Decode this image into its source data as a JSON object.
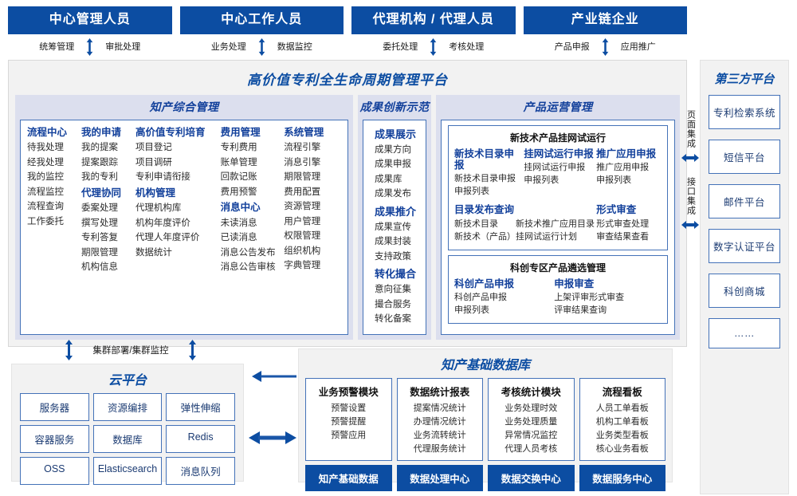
{
  "roles": [
    {
      "title": "中心管理人员",
      "left": "统筹管理",
      "right": "审批处理"
    },
    {
      "title": "中心工作人员",
      "left": "业务处理",
      "right": "数据监控"
    },
    {
      "title": "代理机构 / 代理人员",
      "left": "委托处理",
      "right": "考核处理"
    },
    {
      "title": "产业链企业",
      "left": "产品申报",
      "right": "应用推广"
    }
  ],
  "platform": {
    "title": "高价值专利全生命周期管理平台"
  },
  "sections": {
    "ip_mgmt": {
      "title": "知产综合管理",
      "columns": [
        {
          "groups": [
            {
              "header": "流程中心",
              "items": [
                "待我处理",
                "经我处理",
                "我的监控",
                "流程监控",
                "流程查询",
                "工作委托"
              ]
            }
          ]
        },
        {
          "groups": [
            {
              "header": "我的申请",
              "items": [
                "我的提案",
                "提案跟踪",
                "我的专利"
              ]
            },
            {
              "header": "代理协同",
              "items": [
                "委案处理",
                "撰写处理",
                "专利答复",
                "期限管理",
                "机构信息"
              ]
            }
          ]
        },
        {
          "groups": [
            {
              "header": "高价值专利培育",
              "items": [
                "项目登记",
                "项目调研",
                "专利申请衔接"
              ]
            },
            {
              "header": "机构管理",
              "items": [
                "代理机构库",
                "机构年度评价",
                "代理人年度评价",
                "数据统计"
              ]
            }
          ]
        },
        {
          "groups": [
            {
              "header": "费用管理",
              "items": [
                "专利费用",
                "账单管理",
                "回款记账",
                "费用预警"
              ]
            },
            {
              "header": "消息中心",
              "items": [
                "未读消息",
                "已读消息",
                "消息公告发布",
                "消息公告审核"
              ]
            }
          ]
        },
        {
          "groups": [
            {
              "header": "系统管理",
              "items": [
                "流程引擎",
                "消息引擎",
                "期限管理",
                "费用配置",
                "资源管理",
                "用户管理",
                "权限管理",
                "组织机构",
                "字典管理"
              ]
            }
          ]
        }
      ]
    },
    "achievement": {
      "title": "成果创新示范",
      "groups": [
        {
          "header": "成果展示",
          "items": [
            "成果方向",
            "成果申报",
            "成果库",
            "成果发布"
          ]
        },
        {
          "header": "成果推介",
          "items": [
            "成果宣传",
            "成果封装",
            "支持政策"
          ]
        },
        {
          "header": "转化撮合",
          "items": [
            "意向征集",
            "撮合服务",
            "转化备案"
          ]
        }
      ]
    },
    "product_ops": {
      "title": "产品运营管理",
      "boxes": [
        {
          "title": "新技术产品挂网试运行",
          "row1": [
            {
              "header": "新技术目录申报",
              "items": [
                "新技术目录申报",
                "申报列表"
              ]
            },
            {
              "header": "挂网试运行申报",
              "items": [
                "挂网试运行申报",
                "申报列表"
              ]
            },
            {
              "header": "推广应用申报",
              "items": [
                "推广应用申报",
                "申报列表"
              ]
            }
          ],
          "row2": [
            {
              "header": "目录发布查询",
              "items": [
                "新技术目录　　新技术推广应用目录",
                "新技术（产品）挂网试运行计划"
              ]
            },
            {
              "header": "形式审查",
              "items": [
                "形式审查处理",
                "审查结果查看"
              ]
            }
          ]
        },
        {
          "title": "科创专区产品遴选管理",
          "row1": [
            {
              "header": "科创产品申报",
              "items": [
                "科创产品申报",
                "申报列表"
              ]
            },
            {
              "header": "申报审查",
              "items": [
                "上架评审形式审查",
                "评审结果查询"
              ]
            }
          ]
        }
      ]
    }
  },
  "integration": {
    "page": "页面集成",
    "api": "接口集成"
  },
  "third_party": {
    "title": "第三方平台",
    "items": [
      "专利检索系统",
      "短信平台",
      "邮件平台",
      "数字认证平台",
      "科创商城",
      "……"
    ]
  },
  "cluster_label": "集群部署/集群监控",
  "cloud": {
    "title": "云平台",
    "items": [
      "服务器",
      "资源编排",
      "弹性伸缩",
      "容器服务",
      "数据库",
      "Redis",
      "OSS",
      "Elasticsearch",
      "消息队列"
    ]
  },
  "database": {
    "title": "知产基础数据库",
    "columns": [
      {
        "header": "业务预警模块",
        "items": [
          "预警设置",
          "预警提醒",
          "预警应用"
        ],
        "footer": "知产基础数据"
      },
      {
        "header": "数据统计报表",
        "items": [
          "提案情况统计",
          "办理情况统计",
          "业务流转统计",
          "代理服务统计"
        ],
        "footer": "数据处理中心"
      },
      {
        "header": "考核统计模块",
        "items": [
          "业务处理时效",
          "业务处理质量",
          "异常情况监控",
          "代理人员考核"
        ],
        "footer": "数据交换中心"
      },
      {
        "header": "流程看板",
        "items": [
          "人员工单看板",
          "机构工单看板",
          "业务类型看板",
          "核心业务看板"
        ],
        "footer": "数据服务中心"
      }
    ]
  },
  "colors": {
    "primary": "#0c4da2",
    "border": "#4472b8",
    "panel": "#dcdfee",
    "bg": "#f2f2f2"
  }
}
